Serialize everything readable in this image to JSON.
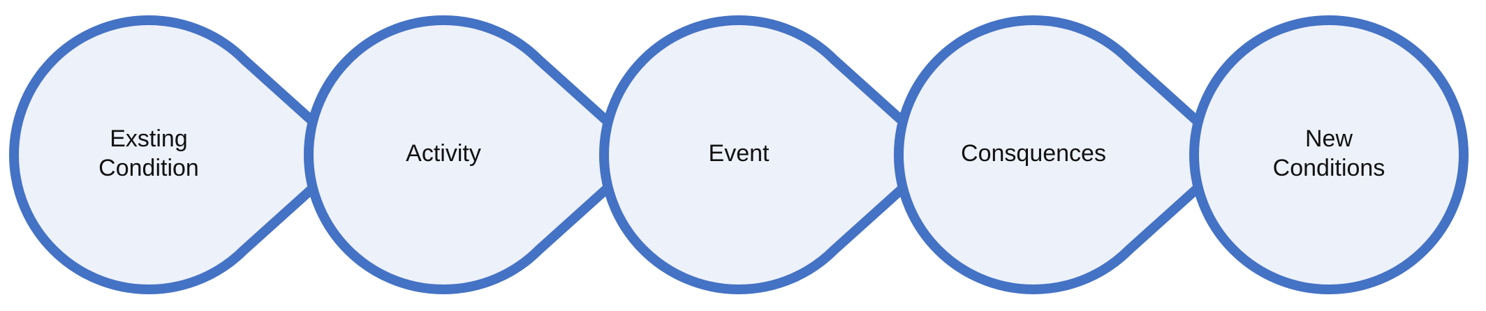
{
  "diagram": {
    "colors": {
      "ring": "#4472C4",
      "fill": "#EDF1FA",
      "text": "#111111",
      "background": "#FFFFFF"
    },
    "steps": [
      {
        "label_lines": [
          "Exsting",
          "Condition"
        ]
      },
      {
        "label_lines": [
          "Activity"
        ]
      },
      {
        "label_lines": [
          "Event"
        ]
      },
      {
        "label_lines": [
          "Consquences"
        ]
      },
      {
        "label_lines": [
          "New",
          "Conditions"
        ]
      }
    ]
  }
}
